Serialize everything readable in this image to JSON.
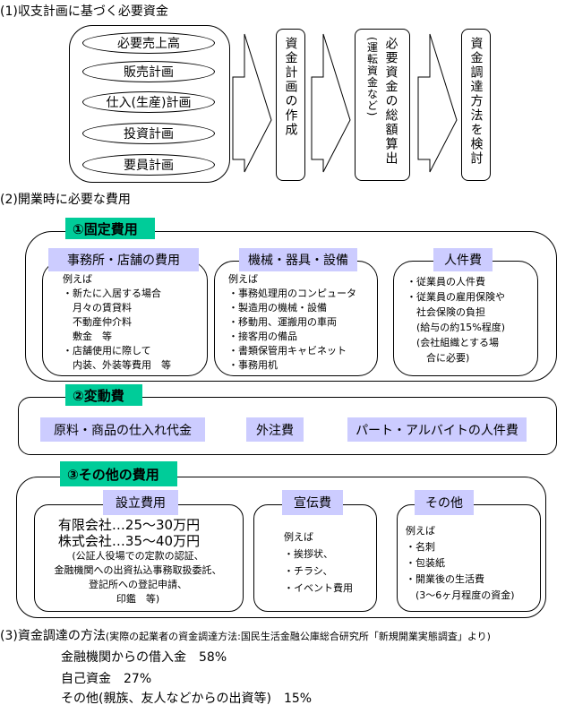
{
  "section1": {
    "title": "(1)収支計画に基づく必要資金",
    "plans": [
      "必要売上高",
      "販売計画",
      "仕入(生産)計画",
      "投資計画",
      "要員計画"
    ],
    "step1": "資金計画の作成",
    "step2_main": "必要資金の総額算出",
    "step2_sub": "(運転資金など)",
    "step3": "資金調達方法を検討"
  },
  "section2": {
    "title": "(2)開業時に必要な費用",
    "fixed": {
      "label": "①固定費用",
      "boxes": [
        {
          "title": "事務所・店舗の費用",
          "lines": [
            "例えば",
            "・新たに入居する場合",
            "　月々の賃貸料",
            "　不動産仲介料",
            "　敷金　等",
            "・店舗使用に際して",
            "　内装、外装等費用　等"
          ]
        },
        {
          "title": "機械・器具・設備",
          "lines": [
            "例えば",
            "・事務処理用のコンピュータ",
            "・製造用の機械・設備",
            "・移動用、運搬用の車両",
            "・接客用の備品",
            "・書類保管用キャビネット",
            "・事務用机"
          ]
        },
        {
          "title": "人件費",
          "lines": [
            "・従業員の人件費",
            "・従業員の雇用保険や",
            "　社会保険の負担",
            "　(給与の約15%程度)",
            "　(会社組織とする場",
            "　　合に必要)"
          ]
        }
      ]
    },
    "variable": {
      "label": "②変動費",
      "items": [
        "原料・商品の仕入れ代金",
        "外注費",
        "パート・アルバイトの人件費"
      ]
    },
    "other": {
      "label": "③その他の費用",
      "setup": {
        "title": "設立費用",
        "line1": "有限会社…25～30万円",
        "line2": "株式会社…35～40万円",
        "notes": [
          "(公証人役場での定款の認証、",
          "金融機関への出資払込事務取扱委託、",
          "登記所への登記申請、",
          "印鑑　等)"
        ]
      },
      "ad": {
        "title": "宣伝費",
        "lines": [
          "例えば",
          "・挨拶状、",
          "・チラシ、",
          "・イベント費用"
        ]
      },
      "misc": {
        "title": "その他",
        "lines": [
          "例えば",
          "・名刺",
          "・包装紙",
          "・開業後の生活費",
          "　(3～6ヶ月程度の資金)"
        ]
      }
    }
  },
  "section3": {
    "title": "(3)資金調達の方法",
    "source": "(実際の起業者の資金調達方法:国民生活金融公庫総合研究所「新規開業実態調査」より)",
    "items": [
      {
        "label": "金融機関からの借入金",
        "value": "58%"
      },
      {
        "label": "自己資金",
        "value": "27%"
      },
      {
        "label": "その他(親族、友人などからの出資等)",
        "value": "15%"
      }
    ]
  },
  "colors": {
    "green": "#00CC99",
    "lavender": "#CCCCFF"
  }
}
